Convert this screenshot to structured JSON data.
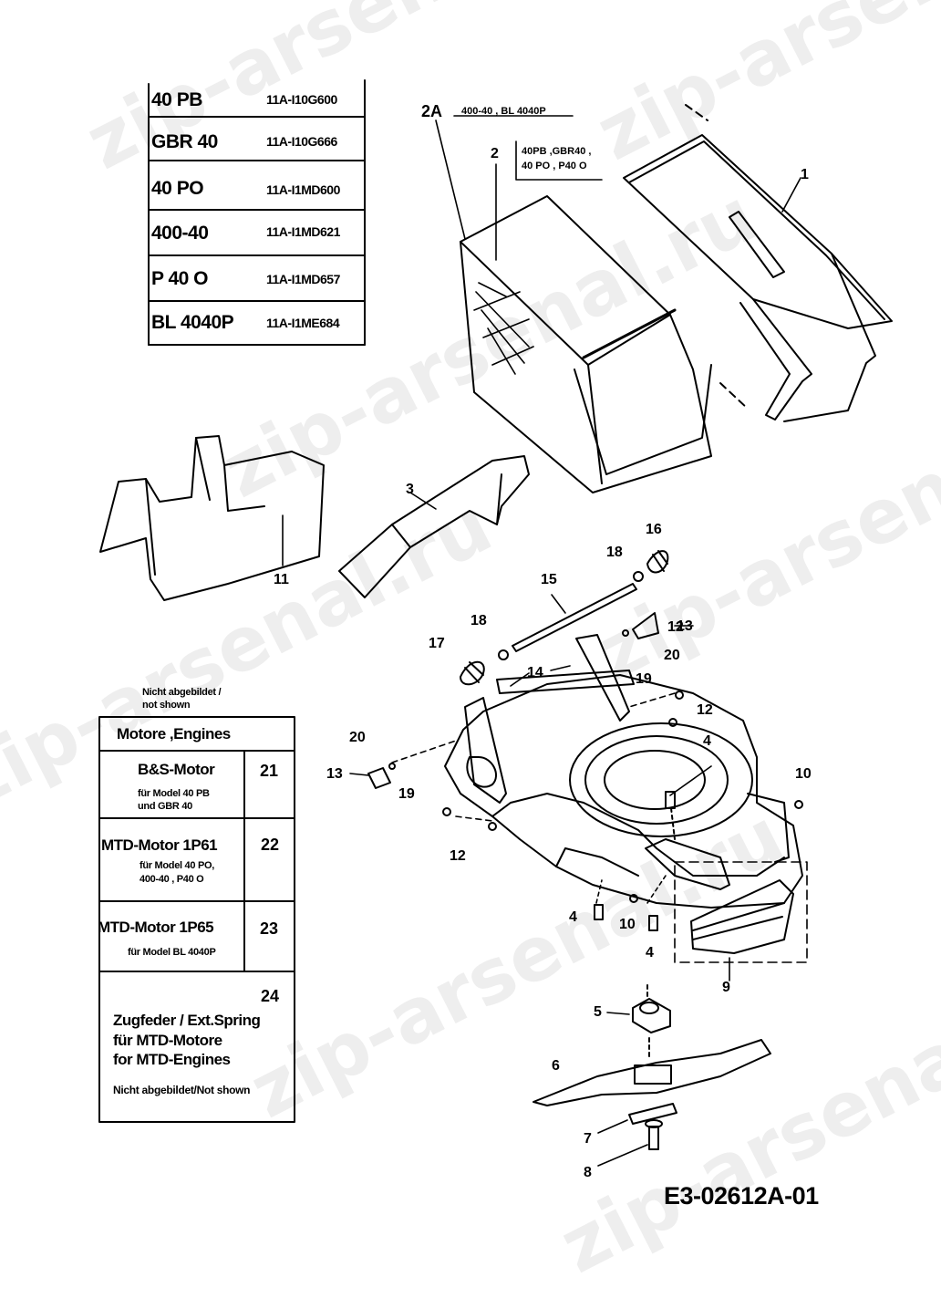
{
  "watermark": "zip-arsenal.ru",
  "drawing_id": "E3-02612A-01",
  "model_table": [
    {
      "model": "40 PB",
      "code": "11A-I10G600"
    },
    {
      "model": "GBR 40",
      "code": "11A-I10G666"
    },
    {
      "model": "40 PO",
      "code": "11A-I1MD600"
    },
    {
      "model": "400-40",
      "code": "11A-I1MD621"
    },
    {
      "model": "P 40 O",
      "code": "11A-I1MD657"
    },
    {
      "model": "BL 4040P",
      "code": "11A-I1ME684"
    }
  ],
  "callouts": {
    "c2a": "400-40 , BL 4040P",
    "c2_line1": "40PB ,GBR40 ,",
    "c2_line2": "40 PO , P40 O"
  },
  "engines": {
    "note_line1": "Nicht abgebildet /",
    "note_line2": "not shown",
    "header": "Motore ,Engines",
    "rows": [
      {
        "title": "B&S-Motor",
        "num": "21",
        "note1": "für Model 40 PB",
        "note2": "und GBR 40"
      },
      {
        "title": "MTD-Motor 1P61",
        "num": "22",
        "note1": "für Model 40 PO,",
        "note2": "400-40 , P40 O"
      },
      {
        "title": "MTD-Motor 1P65",
        "num": "23",
        "note1": "für Model BL 4040P",
        "note2": ""
      }
    ],
    "spring_num": "24",
    "spring_line1": "Zugfeder / Ext.Spring",
    "spring_line2": "für MTD-Motore",
    "spring_line3": "for MTD-Engines",
    "spring_note": "Nicht abgebildet/Not shown"
  },
  "part_labels": [
    "1",
    "2",
    "2A",
    "3",
    "4",
    "4",
    "4",
    "5",
    "6",
    "7",
    "8",
    "9",
    "10",
    "10",
    "11",
    "12",
    "12",
    "12",
    "13",
    "13",
    "14",
    "15",
    "16",
    "17",
    "18",
    "18",
    "19",
    "19",
    "20",
    "20"
  ]
}
